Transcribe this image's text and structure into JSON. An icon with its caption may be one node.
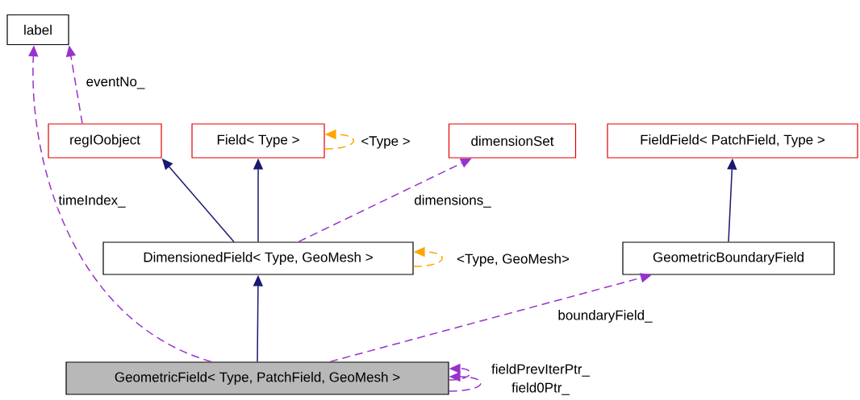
{
  "diagram": {
    "nodes": [
      {
        "text": [
          "label"
        ]
      },
      {
        "text": [
          "regIOobject"
        ]
      },
      {
        "text": [
          "Field< Type >"
        ]
      },
      {
        "text": [
          "dimensionSet"
        ]
      },
      {
        "text": [
          "FieldField< PatchField, Type >"
        ]
      },
      {
        "text": [
          "DimensionedField< Type, GeoMesh >"
        ]
      },
      {
        "text": [
          "GeometricBoundaryField"
        ]
      },
      {
        "text": [
          "GeometricField< Type, PatchField, GeoMesh >"
        ]
      }
    ],
    "edges": [
      {
        "from": 1,
        "to": 0,
        "arrow": "to",
        "style": "dashed",
        "label": "eventNo_"
      },
      {
        "from": 7,
        "to": 0,
        "arrow": "to",
        "style": "dashed",
        "label": "timeIndex_"
      },
      {
        "from": 2,
        "to": 2,
        "arrow": "to",
        "style": "dashed",
        "color": "#ffa500",
        "label": "<Type >"
      },
      {
        "from": 5,
        "to": 1,
        "arrow": "to",
        "color": "#191970"
      },
      {
        "from": 5,
        "to": 2,
        "arrow": "to",
        "color": "#191970"
      },
      {
        "from": 5,
        "to": 3,
        "arrow": "to",
        "style": "dashed",
        "label": "dimensions_"
      },
      {
        "from": 5,
        "to": 5,
        "arrow": "to",
        "style": "dashed",
        "color": "#ffa500",
        "label": "<Type, GeoMesh>"
      },
      {
        "from": 6,
        "to": 4,
        "arrow": "to",
        "color": "#191970"
      },
      {
        "from": 7,
        "to": 5,
        "arrow": "to",
        "color": "#191970"
      },
      {
        "from": 7,
        "to": 6,
        "arrow": "to",
        "style": "dashed",
        "label": "boundaryField_"
      },
      {
        "from": 7,
        "to": 7,
        "arrow": "to",
        "style": "dashed",
        "label": "fieldPrevIterPtr_"
      },
      {
        "from": 7,
        "to": 7,
        "arrow": "to",
        "style": "dashed",
        "label": "field0Ptr_"
      }
    ]
  }
}
